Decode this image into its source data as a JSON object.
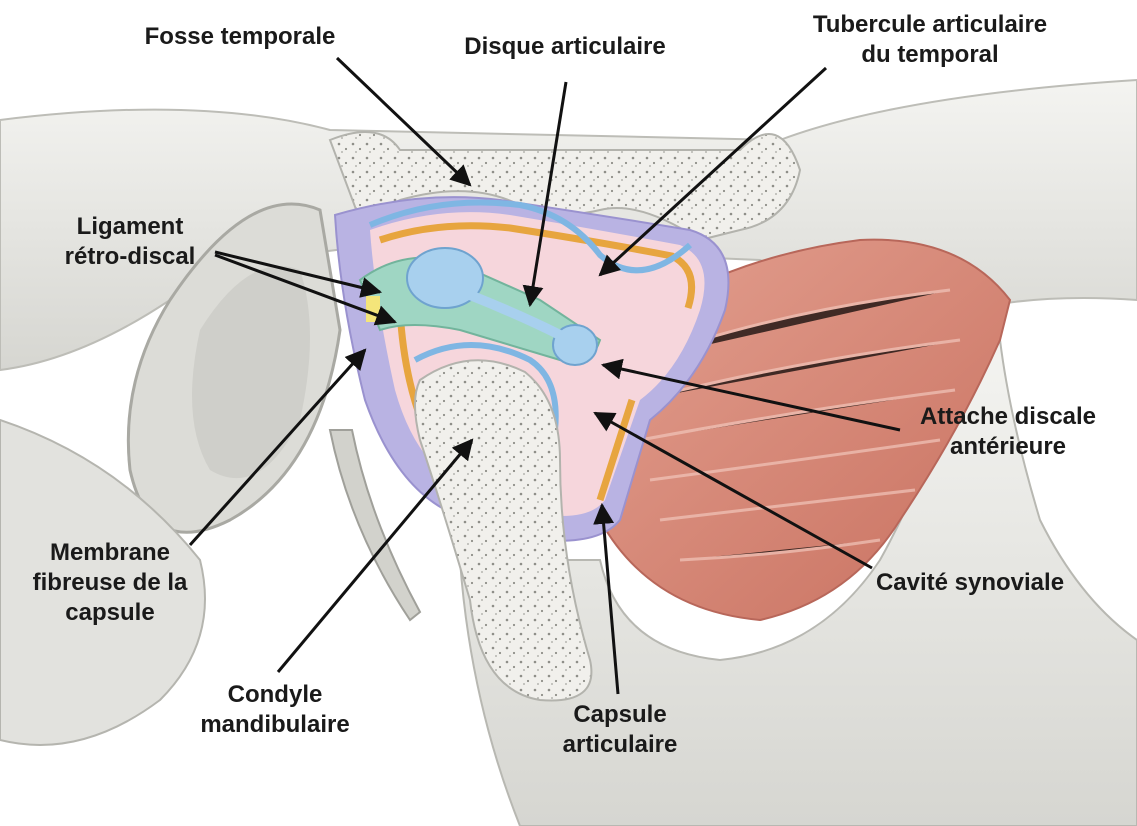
{
  "labels": {
    "fosse_temporale": [
      "Fosse temporale"
    ],
    "disque_articulaire": [
      "Disque articulaire"
    ],
    "tubercule": [
      "Tubercule  articulaire",
      "du temporal"
    ],
    "ligament": [
      "Ligament",
      "rétro-discal"
    ],
    "attache": [
      "Attache discale",
      "antérieure"
    ],
    "cavite": [
      "Cavité synoviale"
    ],
    "membrane": [
      "Membrane",
      "fibreuse de la",
      "capsule"
    ],
    "condyle": [
      "Condyle",
      "mandibulaire"
    ],
    "capsule": [
      "Capsule",
      "articulaire"
    ]
  },
  "colors": {
    "bone": "#e8e8e4",
    "bone_shade": "#c9c9c4",
    "cancellous": "#f1f0ec",
    "disc": "#a8d0ee",
    "synovial": "#f6d6dc",
    "fibrous_membrane": "#b9b3e3",
    "retrodiscal": "#9fd6c3",
    "orange_lining": "#e7a53f",
    "muscle": "#d98a7a",
    "arrow": "#111111"
  }
}
